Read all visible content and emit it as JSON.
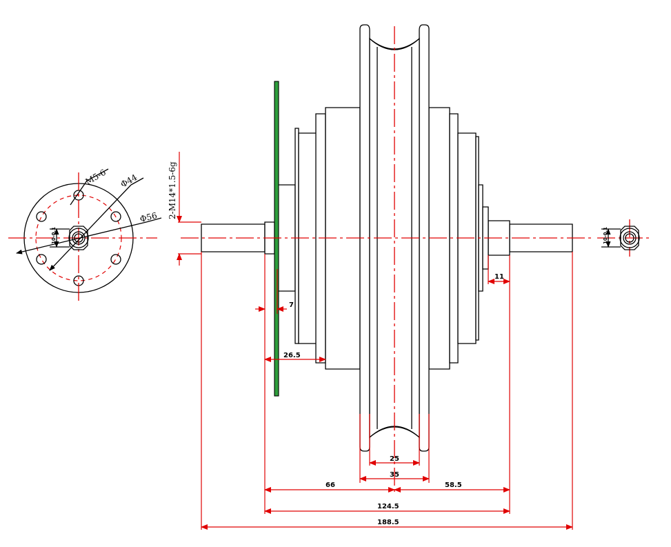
{
  "colors": {
    "outline": "#000000",
    "dimension": "#e00000",
    "disc_fill": "#2e9e3c",
    "background": "#ffffff"
  },
  "flange_view": {
    "thread_label": "M5-6",
    "bolt_circle_label": "Φ44",
    "flange_diameter_label": "Φ56",
    "flat_label": "10-0.1"
  },
  "axle_end_view": {
    "flat_label": "10-0.1"
  },
  "side_view": {
    "thread_note": "2-M14*1.5-6g"
  },
  "dimensions": {
    "disc_offset": "7",
    "disc_to_body": "26.5",
    "shoulder_width": "11",
    "rim_inner_width": "25",
    "rim_outer_width": "35",
    "left_half": "66",
    "right_half": "58.5",
    "dropout_spacing": "124.5",
    "axle_length": "188.5"
  }
}
